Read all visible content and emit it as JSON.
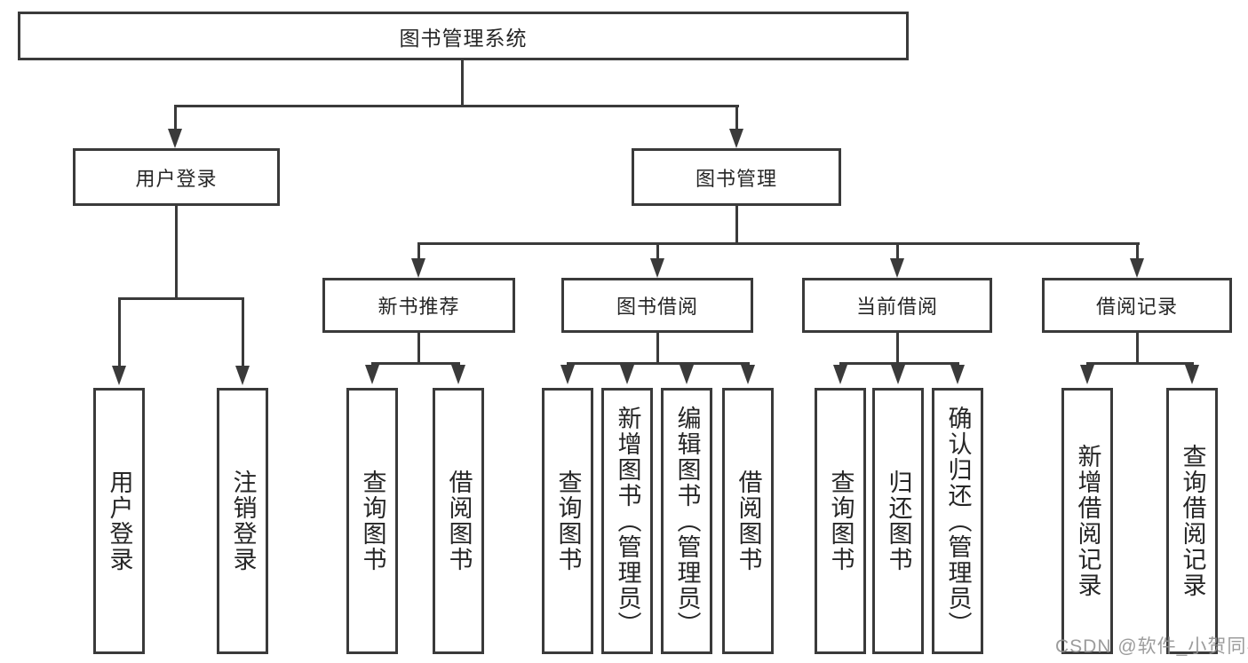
{
  "diagram": {
    "type": "tree",
    "title": "图书管理系统",
    "colors": {
      "line": "#3a3a3a",
      "border": "#3a3a3a",
      "text": "#262626",
      "background": "#ffffff",
      "watermark": "#919191"
    }
  },
  "nodes": {
    "root": {
      "label": "图书管理系统"
    },
    "level2": [
      {
        "label": "用户登录",
        "parent": "图书管理系统"
      },
      {
        "label": "图书管理",
        "parent": "图书管理系统"
      }
    ],
    "level3": [
      {
        "label": "新书推荐",
        "parent": "图书管理"
      },
      {
        "label": "图书借阅",
        "parent": "图书管理"
      },
      {
        "label": "当前借阅",
        "parent": "图书管理"
      },
      {
        "label": "借阅记录",
        "parent": "图书管理"
      }
    ],
    "leaves": [
      {
        "label": "用户登录",
        "parent": "用户登录"
      },
      {
        "label": "注销登录",
        "parent": "用户登录"
      },
      {
        "label": "查询图书",
        "parent": "新书推荐"
      },
      {
        "label": "借阅图书",
        "parent": "新书推荐"
      },
      {
        "label": "查询图书",
        "parent": "图书借阅"
      },
      {
        "label": "新增图书（管理员）",
        "parent": "图书借阅"
      },
      {
        "label": "编辑图书（管理员）",
        "parent": "图书借阅"
      },
      {
        "label": "借阅图书",
        "parent": "图书借阅"
      },
      {
        "label": "查询图书",
        "parent": "当前借阅"
      },
      {
        "label": "归还图书",
        "parent": "当前借阅"
      },
      {
        "label": "确认归还（管理员）",
        "parent": "当前借阅"
      },
      {
        "label": "新增借阅记录",
        "parent": "借阅记录"
      },
      {
        "label": "查询借阅记录",
        "parent": "借阅记录"
      }
    ]
  },
  "watermark": {
    "text": "CSDN @软件_小贺同学"
  }
}
